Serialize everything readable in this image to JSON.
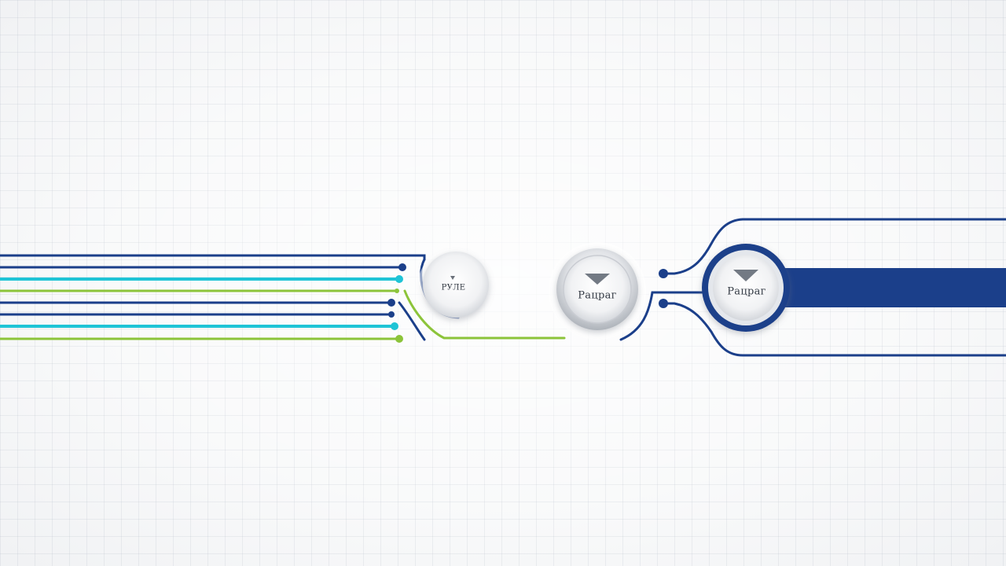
{
  "nodes": [
    {
      "label": "РУЛЕ"
    },
    {
      "label": "Рацраг"
    },
    {
      "label": "Рацраг"
    }
  ],
  "colors": {
    "navy": "#1b3f8a",
    "cyan": "#1fc4d6",
    "green": "#8cc43a",
    "grid": "#d5d9df"
  }
}
